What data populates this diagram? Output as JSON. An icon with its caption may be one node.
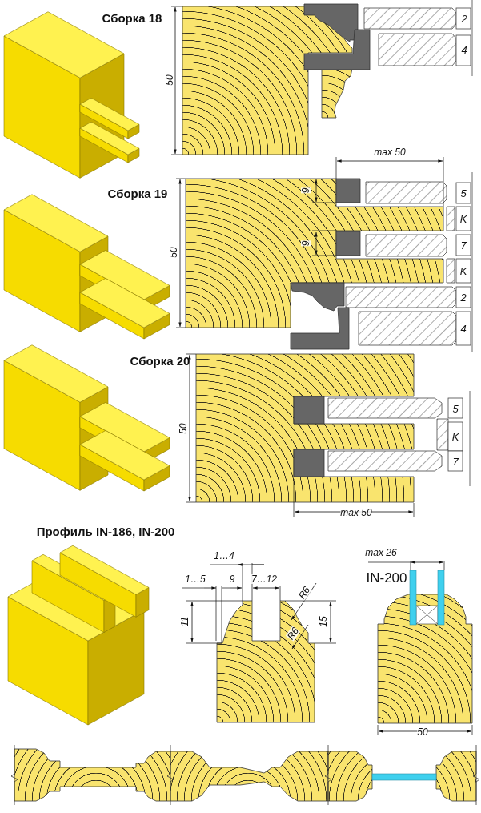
{
  "diagram": {
    "labels": [
      "Сборка 18",
      "2",
      "4",
      "50",
      "max 50",
      "Сборка 19",
      "9",
      "5",
      "K",
      "9",
      "7",
      "K",
      "50",
      "2",
      "4",
      "Сборка 20",
      "5",
      "K",
      "50",
      "7",
      "max 50",
      "Профиль IN-186, IN-200",
      "1…4",
      "max 26",
      "1…5",
      "9",
      "7…12",
      "IN-200",
      "R6",
      "11",
      "15",
      "R6",
      "50"
    ]
  }
}
